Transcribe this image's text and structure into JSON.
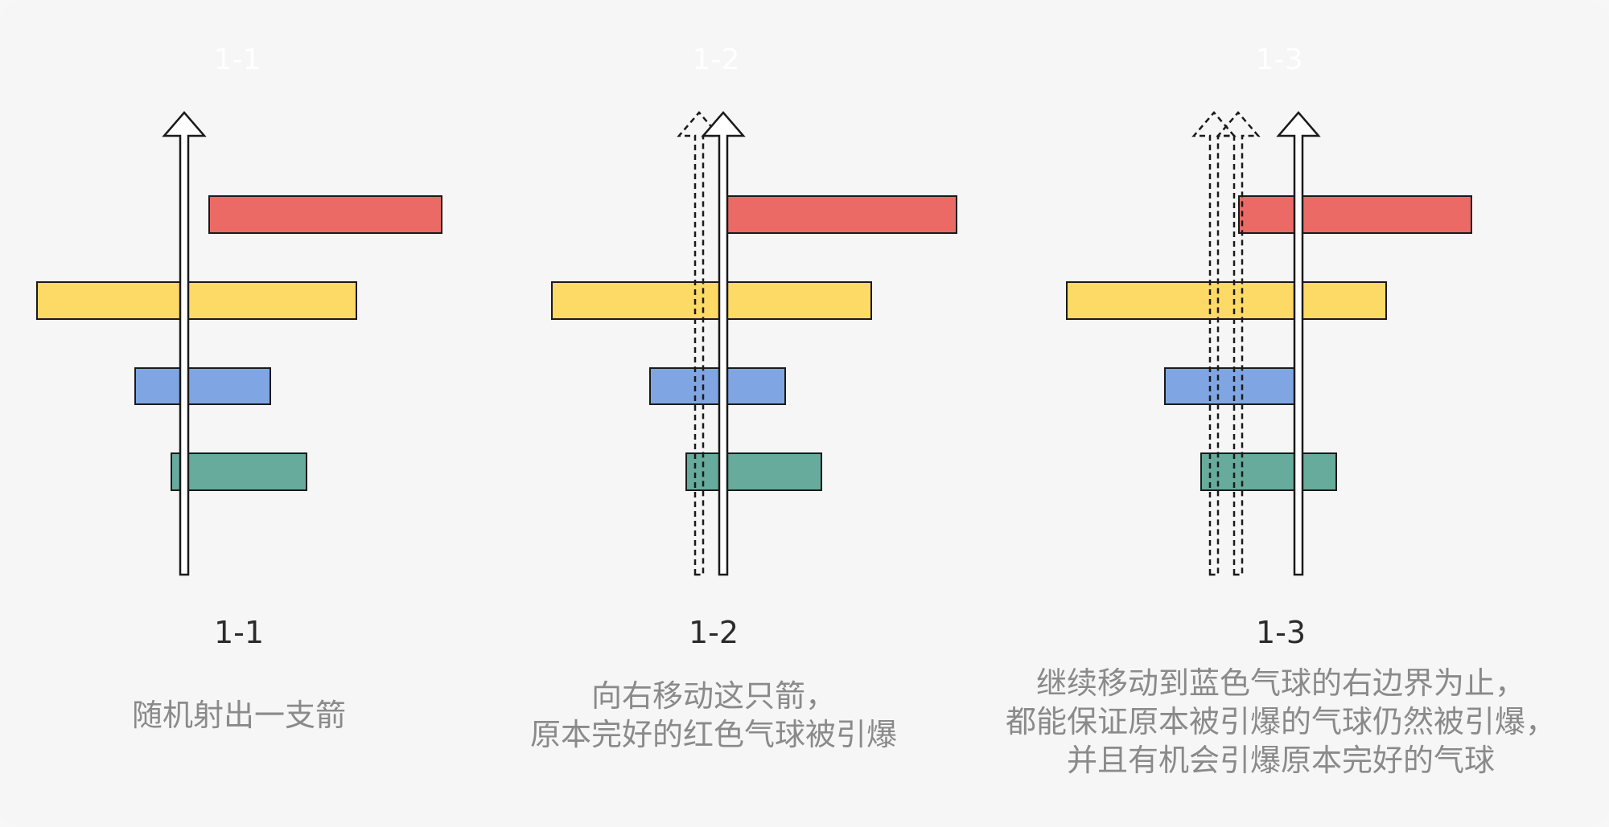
{
  "panels": [
    {
      "id": "1-1",
      "faint_title": "1-1",
      "title": "1-1",
      "caption": [
        "随机射出一支箭"
      ]
    },
    {
      "id": "1-2",
      "faint_title": "1-2",
      "title": "1-2",
      "caption": [
        "向右移动这只箭，",
        "原本完好的红色气球被引爆"
      ]
    },
    {
      "id": "1-3",
      "faint_title": "1-3",
      "title": "1-3",
      "caption": [
        "继续移动到蓝色气球的右边界为止，",
        "都能保证原本被引爆的气球仍然被引爆，",
        "并且有机会引爆原本完好的气球"
      ]
    }
  ],
  "balloon_colors": {
    "red": "#ec6a66",
    "yellow": "#fdd966",
    "blue": "#7fa6e2",
    "green": "#66ab9c"
  }
}
